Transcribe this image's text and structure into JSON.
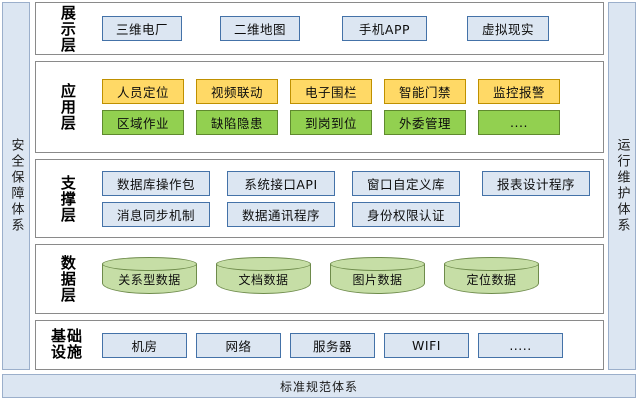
{
  "bands": {
    "left": {
      "label": "安全保障体系"
    },
    "right": {
      "label": "运行维护体系"
    },
    "bottom": {
      "label": "标准规范体系"
    }
  },
  "colors": {
    "band_fill": "#DCE6F2",
    "band_border": "#9BAFCB",
    "blue_fill": "#DCE6F2",
    "blue_border": "#4472A8",
    "yellow_fill": "#FFD966",
    "yellow_border": "#BF9000",
    "green_fill": "#92D050",
    "green_border": "#5F8A2E",
    "cylinder_fill": "#C6DEA6",
    "cylinder_border": "#6E8B4B",
    "layer_border": "#8A8A8A",
    "page_bg": "#FFFFFF"
  },
  "layers": [
    {
      "id": "presentation",
      "label": "展示层",
      "rows": [
        {
          "style": "blue",
          "items": [
            {
              "label": "三维电厂"
            },
            {
              "label": "二维地图"
            },
            {
              "label": "手机APP"
            },
            {
              "label": "虚拟现实"
            }
          ]
        }
      ]
    },
    {
      "id": "application",
      "label": "应用层",
      "rows": [
        {
          "style": "yellow",
          "items": [
            {
              "label": "人员定位"
            },
            {
              "label": "视频联动"
            },
            {
              "label": "电子围栏"
            },
            {
              "label": "智能门禁"
            },
            {
              "label": "监控报警"
            }
          ]
        },
        {
          "style": "green",
          "items": [
            {
              "label": "区域作业"
            },
            {
              "label": "缺陷隐患"
            },
            {
              "label": "到岗到位"
            },
            {
              "label": "外委管理"
            },
            {
              "label": "...."
            }
          ]
        }
      ]
    },
    {
      "id": "support",
      "label": "支撑层",
      "rows": [
        {
          "style": "blue",
          "items": [
            {
              "label": "数据库操作包"
            },
            {
              "label": "系统接口API"
            },
            {
              "label": "窗口自定义库"
            },
            {
              "label": "报表设计程序"
            }
          ]
        },
        {
          "style": "blue",
          "items": [
            {
              "label": "消息同步机制"
            },
            {
              "label": "数据通讯程序"
            },
            {
              "label": "身份权限认证"
            }
          ]
        }
      ]
    },
    {
      "id": "data",
      "label": "数据层",
      "rows": [
        {
          "style": "cylinder",
          "items": [
            {
              "label": "关系型数据"
            },
            {
              "label": "文档数据"
            },
            {
              "label": "图片数据"
            },
            {
              "label": "定位数据"
            }
          ]
        }
      ]
    },
    {
      "id": "infrastructure",
      "label": "基础\n设施",
      "label_line1": "基础",
      "label_line2": "设施",
      "rows": [
        {
          "style": "blue",
          "items": [
            {
              "label": "机房"
            },
            {
              "label": "网络"
            },
            {
              "label": "服务器"
            },
            {
              "label": "WIFI"
            },
            {
              "label": "....."
            }
          ]
        }
      ]
    }
  ]
}
